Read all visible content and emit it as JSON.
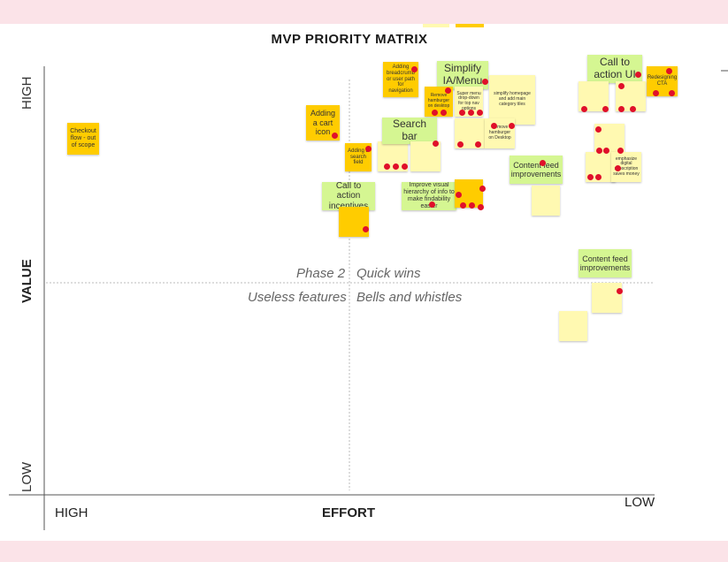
{
  "title": "MVP PRIORITY MATRIX",
  "axes": {
    "value_label": "VALUE",
    "effort_label": "EFFORT",
    "y_high": "HIGH",
    "y_low": "LOW",
    "x_high": "HIGH",
    "x_low": "LOW"
  },
  "quadrants": {
    "top_left": "Phase 2",
    "top_right": "Quick wins",
    "bottom_left": "Useless features",
    "bottom_right": "Bells and whistles"
  },
  "colors": {
    "band": "#fbe3e8",
    "orange_note": "#ffcc00",
    "yellow_note": "#fff9b1",
    "green_note": "#d5f692",
    "dot": "#e0102a"
  },
  "notes": [
    {
      "id": "n1",
      "color": "orange",
      "text": "Checkout flow - out of scope"
    },
    {
      "id": "n2",
      "color": "orange",
      "text": "Adding a cart icon"
    },
    {
      "id": "n3",
      "color": "orange",
      "text": "Adding breadcrumb or user path for navigation"
    },
    {
      "id": "n4",
      "color": "green",
      "text": "Simplify IA/Menu"
    },
    {
      "id": "n5",
      "color": "yellow",
      "text": "simplify homepage and add main category tiles"
    },
    {
      "id": "n6",
      "color": "orange",
      "text": "Adding a search field"
    },
    {
      "id": "n7",
      "color": "yellow",
      "text": ""
    },
    {
      "id": "n8",
      "color": "green",
      "text": "Search bar"
    },
    {
      "id": "n9",
      "color": "yellow",
      "text": ""
    },
    {
      "id": "n10",
      "color": "yellow",
      "text": "Super menu drop-down for top nav options"
    },
    {
      "id": "n11",
      "color": "yellow",
      "text": ""
    },
    {
      "id": "n12",
      "color": "orange",
      "text": "Remove hamburger on desktop"
    },
    {
      "id": "n13",
      "color": "green",
      "text": "Call to action incentives"
    },
    {
      "id": "n14",
      "color": "orange",
      "text": ""
    },
    {
      "id": "n15",
      "color": "green",
      "text": "Improve visual hierarchy of info to make findability easier"
    },
    {
      "id": "n16",
      "color": "orange",
      "text": ""
    },
    {
      "id": "n17",
      "color": "green",
      "text": "Content feed improvements"
    },
    {
      "id": "n18",
      "color": "yellow",
      "text": ""
    },
    {
      "id": "n19",
      "color": "green",
      "text": "Call to action UI"
    },
    {
      "id": "n20",
      "color": "yellow",
      "text": ""
    },
    {
      "id": "n21",
      "color": "yellow",
      "text": ""
    },
    {
      "id": "n22",
      "color": "orange",
      "text": "Redesigning CTA"
    },
    {
      "id": "n23",
      "color": "yellow",
      "text": ""
    },
    {
      "id": "n24",
      "color": "yellow",
      "text": ""
    },
    {
      "id": "n25",
      "color": "yellow",
      "text": "emphasize digital subscription saves money"
    },
    {
      "id": "n26",
      "color": "green",
      "text": "Content feed improvements"
    },
    {
      "id": "n27",
      "color": "yellow",
      "text": ""
    },
    {
      "id": "n28",
      "color": "yellow",
      "text": "Remove hamburger on Desktop"
    },
    {
      "id": "n29",
      "color": "orange",
      "text": ""
    },
    {
      "id": "n30",
      "color": "orange",
      "text": ""
    }
  ]
}
